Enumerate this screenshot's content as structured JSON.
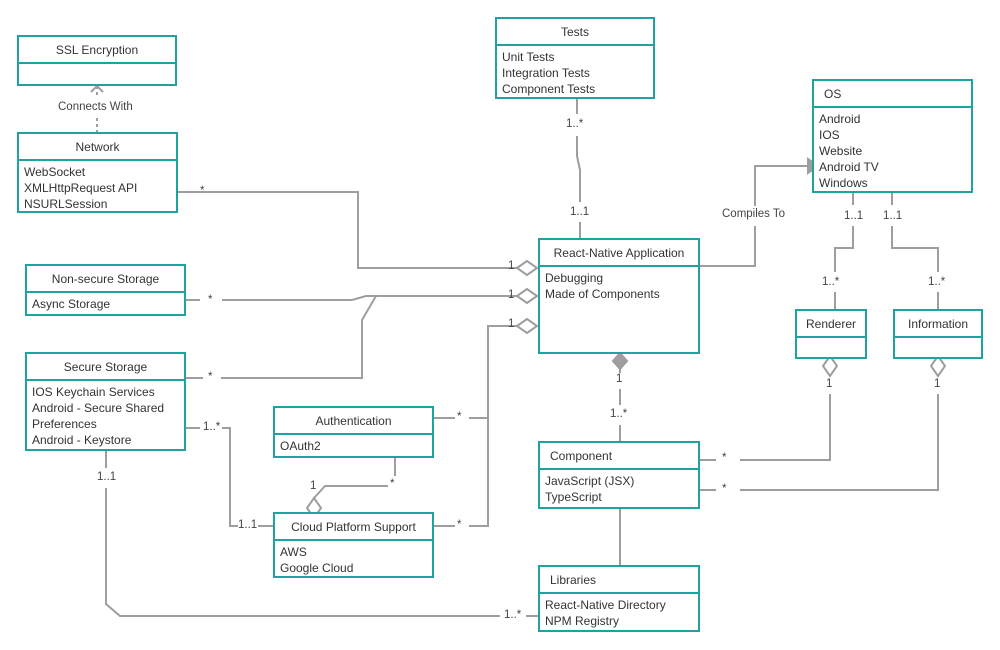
{
  "classes": {
    "ssl": {
      "title": "SSL Encryption",
      "items": []
    },
    "network": {
      "title": "Network",
      "items": [
        "WebSocket",
        "XMLHttpRequest API",
        "NSURLSession"
      ]
    },
    "tests": {
      "title": "Tests",
      "items": [
        "Unit Tests",
        "Integration Tests",
        "Component Tests"
      ]
    },
    "os": {
      "title": "OS",
      "items": [
        "Android",
        "IOS",
        "Website",
        "Android TV",
        "Windows"
      ]
    },
    "nonsecure": {
      "title": "Non-secure Storage",
      "items": [
        "Async Storage"
      ]
    },
    "app": {
      "title": "React-Native Application",
      "items": [
        "Debugging",
        "Made of Components"
      ]
    },
    "renderer": {
      "title": "Renderer",
      "items": []
    },
    "information": {
      "title": "Information",
      "items": []
    },
    "secure": {
      "title": "Secure Storage",
      "items": [
        "IOS Keychain Services",
        "Android - Secure Shared",
        "Preferences",
        "Android - Keystore"
      ]
    },
    "auth": {
      "title": "Authentication",
      "items": [
        "OAuth2"
      ]
    },
    "component": {
      "title": "Component",
      "items": [
        "JavaScript (JSX)",
        "TypeScript"
      ]
    },
    "cloud": {
      "title": "Cloud Platform Support",
      "items": [
        "AWS",
        "Google Cloud"
      ]
    },
    "libraries": {
      "title": "Libraries",
      "items": [
        "React-Native Directory",
        "NPM Registry"
      ]
    }
  },
  "labels": {
    "connects_with": "Connects With",
    "compiles_to": "Compiles To",
    "m_network": "*",
    "m_app_network": "1",
    "m_tests": "1..*",
    "m_app_tests": "1..1",
    "m_nonsecure": "*",
    "m_app_nonsecure": "1",
    "m_secure_app": "*",
    "m_app_secure": "1",
    "m_auth": "*",
    "m_app_cloud": "1",
    "m_cloud_app": "*",
    "m_os_renderer": "1..1",
    "m_os_information": "1..1",
    "m_renderer_os": "1..*",
    "m_information_os": "1..*",
    "m_renderer_component": "1",
    "m_information_component": "1",
    "m_component_renderer": "*",
    "m_component_information": "*",
    "m_app_component": "1",
    "m_component_app": "1..*",
    "m_secure_cloud": "1..*",
    "m_cloud_secure": "1..1",
    "m_secure_libraries": "1..1",
    "m_libraries_secure": "1..*",
    "m_auth_cloud_1": "1",
    "m_auth_cloud_star": "*"
  },
  "colors": {
    "border": "#1fa3a0",
    "line": "#9e9e9e"
  }
}
